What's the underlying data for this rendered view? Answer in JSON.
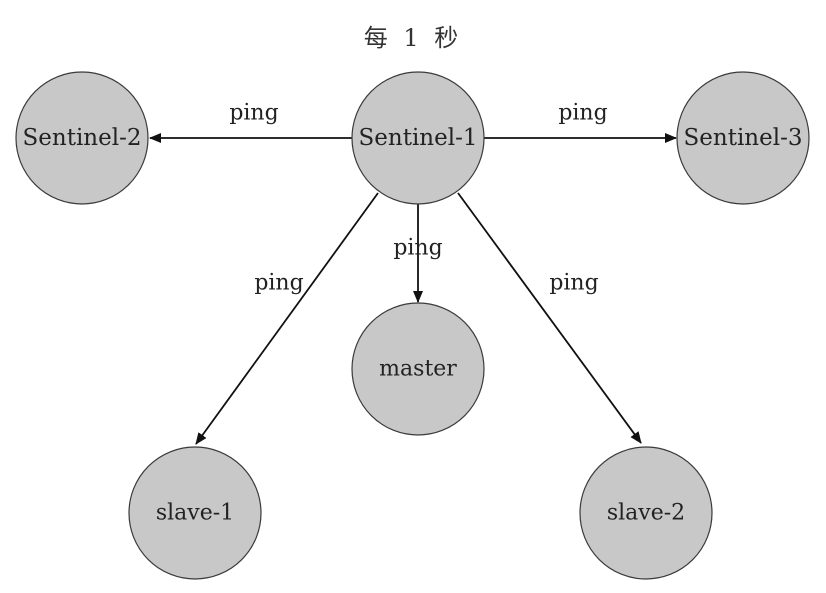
{
  "title": "每 1 秒",
  "nodes": {
    "sentinel_1": "Sentinel-1",
    "sentinel_2": "Sentinel-2",
    "sentinel_3": "Sentinel-3",
    "master": "master",
    "slave_1": "slave-1",
    "slave_2": "slave-2"
  },
  "edges": [
    {
      "from": "Sentinel-1",
      "to": "Sentinel-2",
      "label": "ping"
    },
    {
      "from": "Sentinel-1",
      "to": "Sentinel-3",
      "label": "ping"
    },
    {
      "from": "Sentinel-1",
      "to": "master",
      "label": "ping"
    },
    {
      "from": "Sentinel-1",
      "to": "slave-1",
      "label": "ping"
    },
    {
      "from": "Sentinel-1",
      "to": "slave-2",
      "label": "ping"
    }
  ],
  "colors": {
    "node_fill": "#c8c8c8",
    "node_stroke": "#3a3a3a",
    "edge": "#111111"
  }
}
